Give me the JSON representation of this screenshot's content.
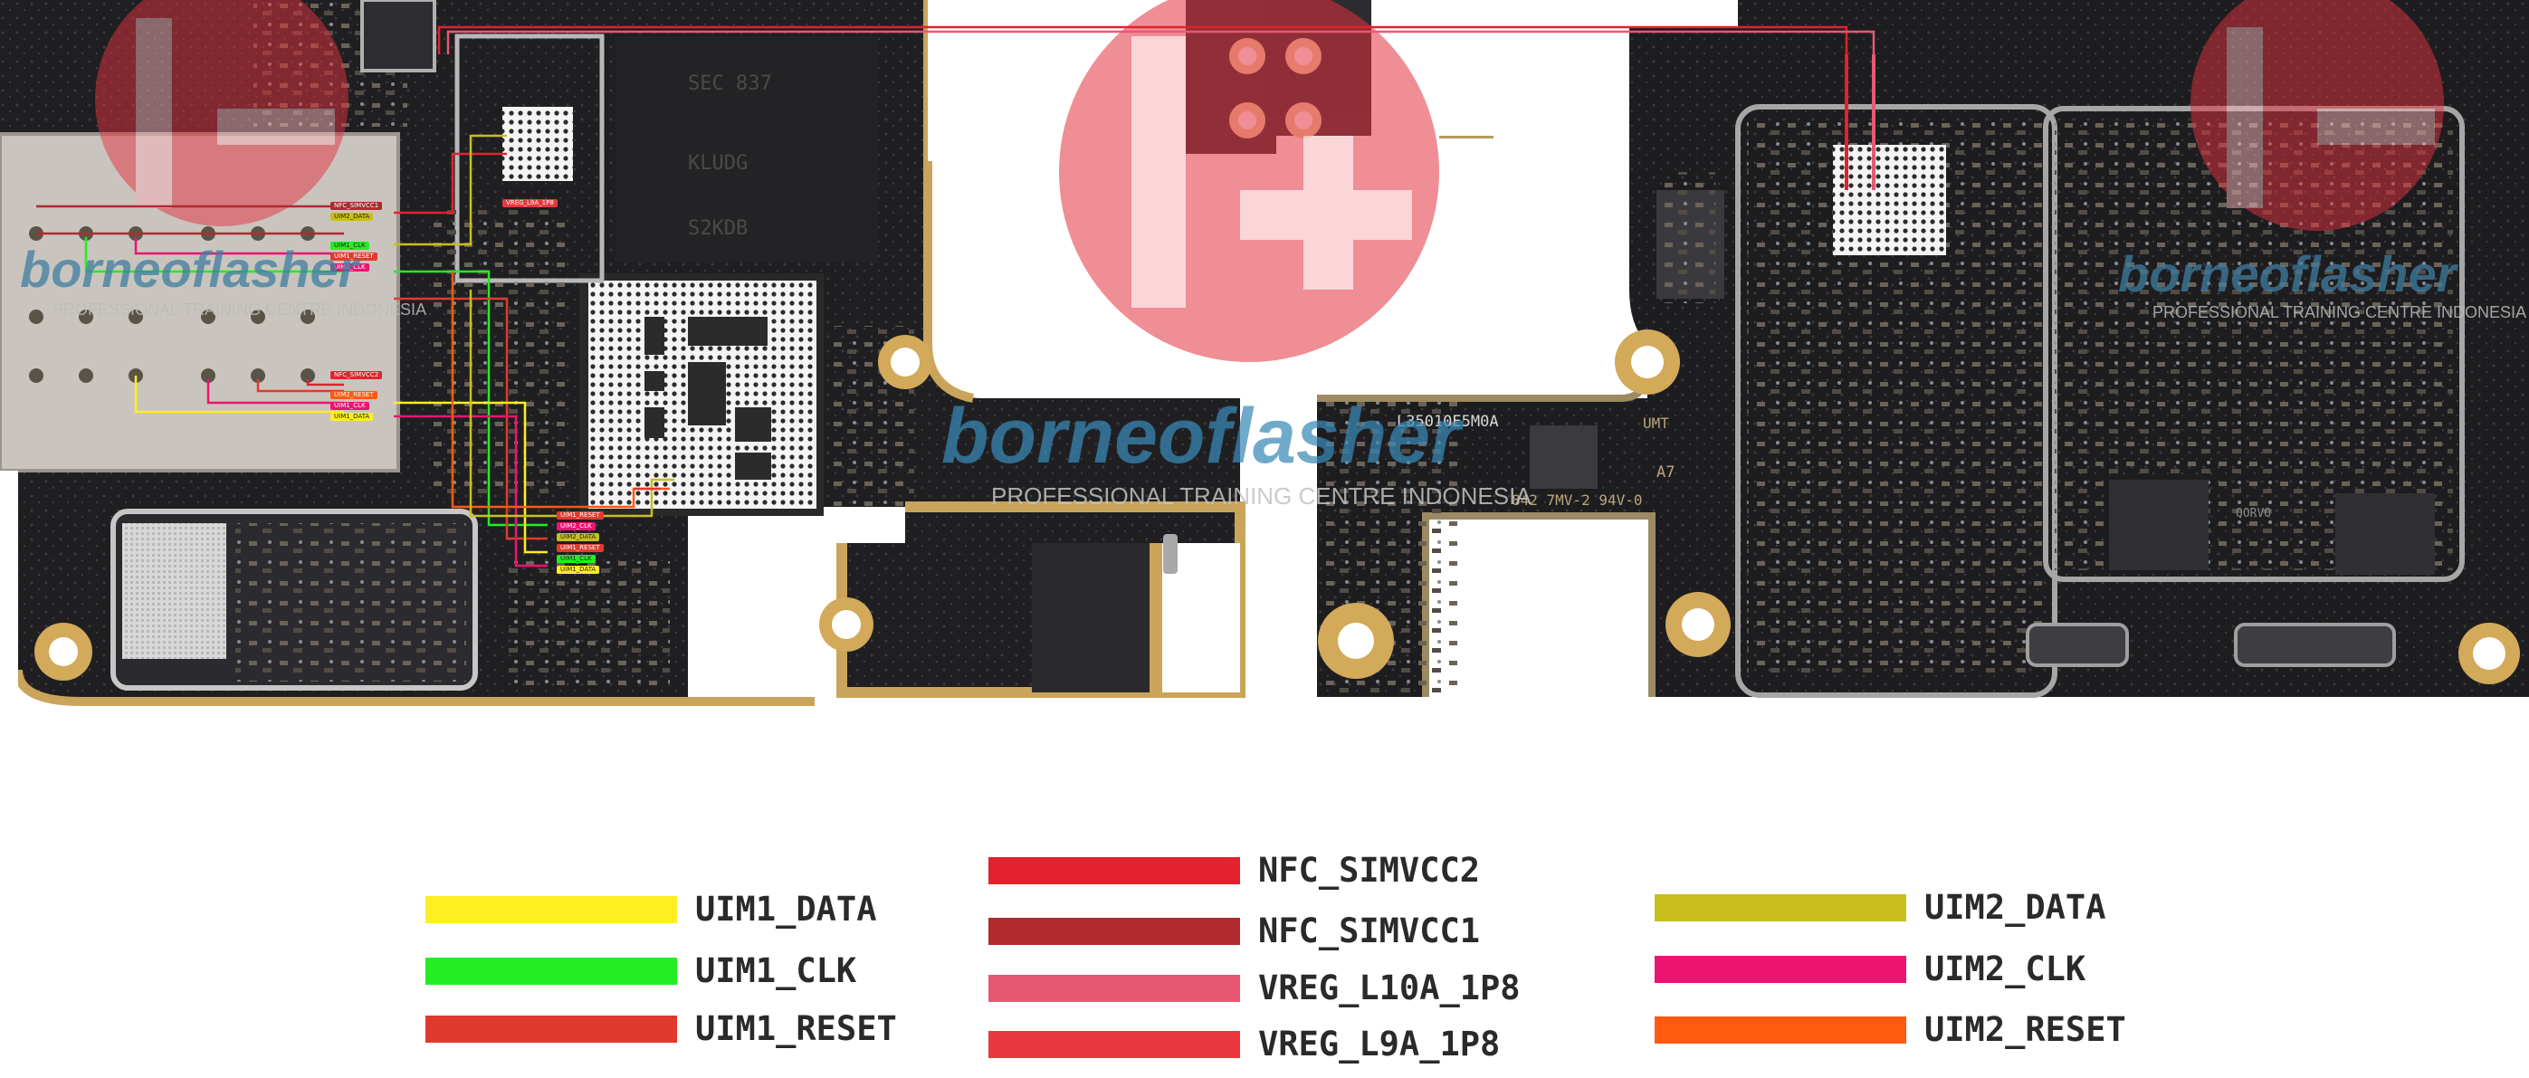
{
  "watermark": {
    "logo_text": "borneoflasher",
    "tagline": "PROFESSIONAL TRAINING CENTRE INDONESIA"
  },
  "chip_markings": {
    "flash_chip": "SEC 837",
    "flash_chip_line2": "KLUDG",
    "flash_chip_line3": "S2KDB",
    "board_code": "L35010E5M0A",
    "board_code2": "842 7MV-2 94V-0",
    "mark_umt": "UMT",
    "mark_a7": "A7",
    "chip_qorvo": "QORVO"
  },
  "pcb_tags": {
    "left_group": [
      "NFC_SIMVCC1",
      "UIM2_DATA",
      "UIM1_CLK",
      "UIM1_RESET",
      "UIM2_CLK"
    ],
    "left_group2": [
      "NFC_SIMVCC2",
      "UIM2_RESET",
      "UIM1_CLK",
      "UIM1_DATA"
    ],
    "bga_group": [
      "UIM1_RESET",
      "UIM2_CLK",
      "UIM2_DATA",
      "UIM1_RESET",
      "UIM1_CLK",
      "UIM1_DATA"
    ],
    "vreg_tag": "VREG_L9A_1P8"
  },
  "legend": [
    {
      "label": "UIM1_DATA",
      "color": "#ffee22"
    },
    {
      "label": "UIM1_CLK",
      "color": "#22ee22"
    },
    {
      "label": "UIM1_RESET",
      "color": "#e03a2e"
    },
    {
      "label": "NFC_SIMVCC2",
      "color": "#e2222e"
    },
    {
      "label": "NFC_SIMVCC1",
      "color": "#b02a30"
    },
    {
      "label": "VREG_L10A_1P8",
      "color": "#e85872"
    },
    {
      "label": "VREG_L9A_1P8",
      "color": "#e8383e"
    },
    {
      "label": "UIM2_DATA",
      "color": "#c9bf1c"
    },
    {
      "label": "UIM2_CLK",
      "color": "#ec1470"
    },
    {
      "label": "UIM2_RESET",
      "color": "#ff5a10"
    }
  ]
}
